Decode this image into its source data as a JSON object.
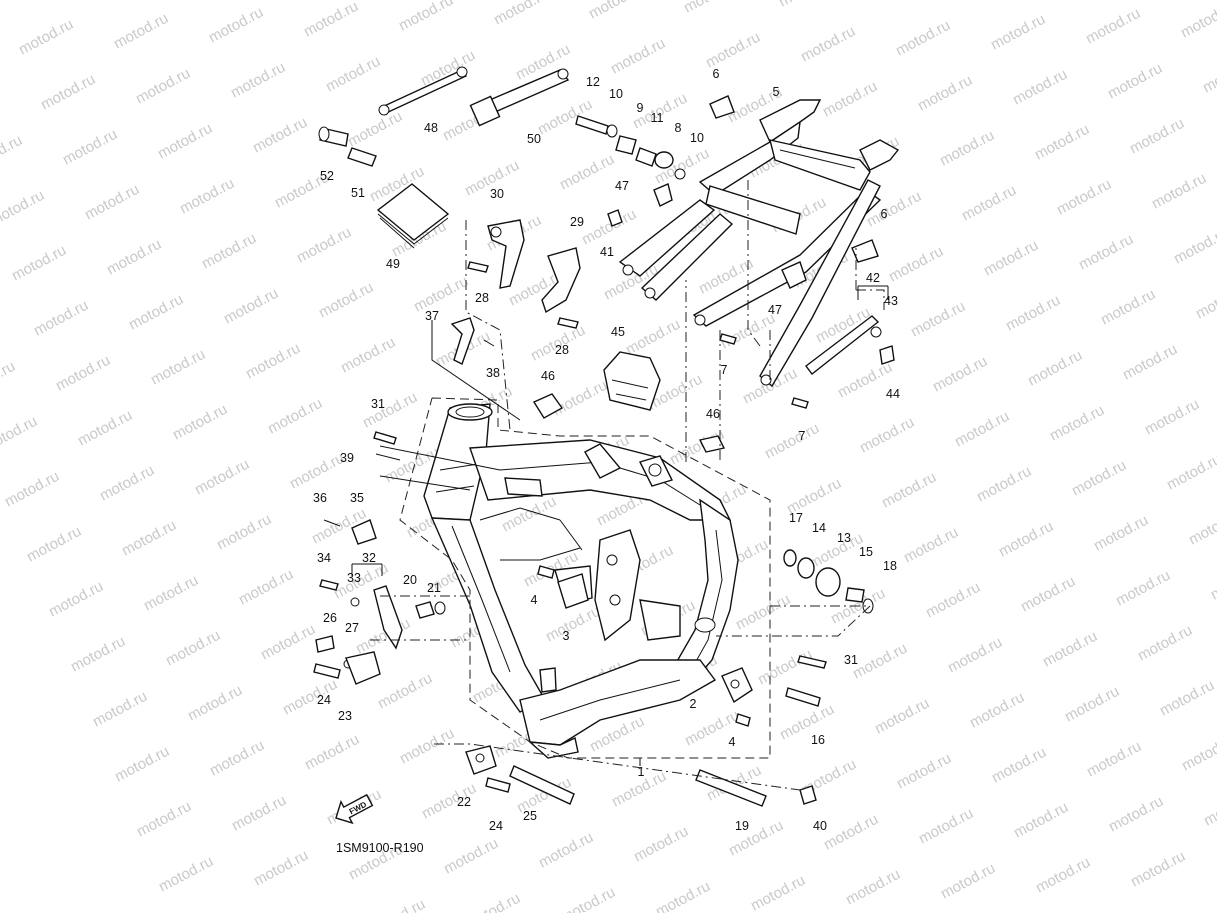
{
  "watermark": {
    "text": "motod.ru"
  },
  "diagram_code": "1SM9100-R190",
  "fwd_label": "FWD",
  "parts": [
    {
      "n": "1"
    },
    {
      "n": "2"
    },
    {
      "n": "3"
    },
    {
      "n": "4"
    },
    {
      "n": "4"
    },
    {
      "n": "5"
    },
    {
      "n": "6"
    },
    {
      "n": "6"
    },
    {
      "n": "7"
    },
    {
      "n": "7"
    },
    {
      "n": "8"
    },
    {
      "n": "9"
    },
    {
      "n": "10"
    },
    {
      "n": "10"
    },
    {
      "n": "11"
    },
    {
      "n": "12"
    },
    {
      "n": "13"
    },
    {
      "n": "14"
    },
    {
      "n": "15"
    },
    {
      "n": "16"
    },
    {
      "n": "17"
    },
    {
      "n": "18"
    },
    {
      "n": "19"
    },
    {
      "n": "20"
    },
    {
      "n": "21"
    },
    {
      "n": "22"
    },
    {
      "n": "23"
    },
    {
      "n": "24"
    },
    {
      "n": "24"
    },
    {
      "n": "25"
    },
    {
      "n": "26"
    },
    {
      "n": "27"
    },
    {
      "n": "28"
    },
    {
      "n": "28"
    },
    {
      "n": "29"
    },
    {
      "n": "30"
    },
    {
      "n": "31"
    },
    {
      "n": "31"
    },
    {
      "n": "32"
    },
    {
      "n": "33"
    },
    {
      "n": "34"
    },
    {
      "n": "35"
    },
    {
      "n": "36"
    },
    {
      "n": "37"
    },
    {
      "n": "38"
    },
    {
      "n": "39"
    },
    {
      "n": "40"
    },
    {
      "n": "41"
    },
    {
      "n": "42"
    },
    {
      "n": "43"
    },
    {
      "n": "44"
    },
    {
      "n": "45"
    },
    {
      "n": "46"
    },
    {
      "n": "46"
    },
    {
      "n": "47"
    },
    {
      "n": "47"
    },
    {
      "n": "48"
    },
    {
      "n": "49"
    },
    {
      "n": "50"
    },
    {
      "n": "51"
    },
    {
      "n": "52"
    }
  ]
}
